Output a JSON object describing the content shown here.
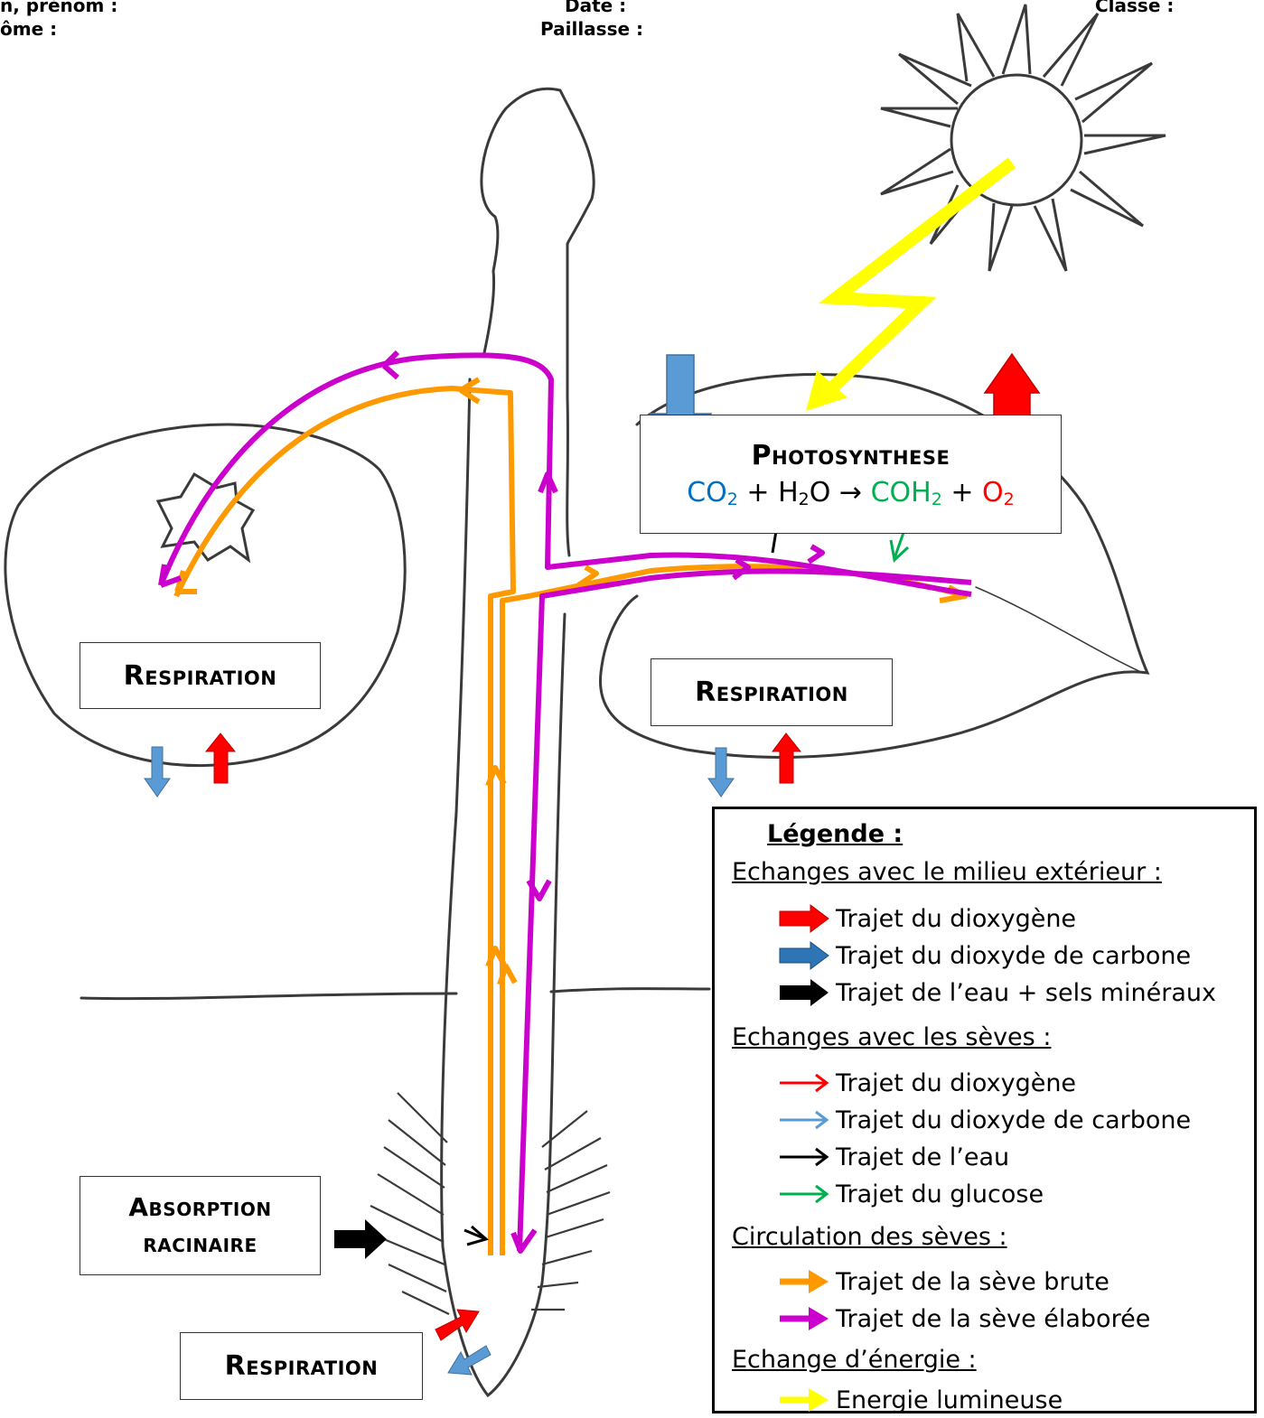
{
  "header": {
    "name_label": "n, prénom :",
    "binome_label": "ôme :",
    "date_label": "Date :",
    "paillasse_label": "Paillasse :",
    "classe_label": "Classe :"
  },
  "boxes": {
    "photosynthese_title": "Photosynthese",
    "eq_co2": "CO",
    "eq_plus1": " + H",
    "eq_o_arrow": "O → ",
    "eq_coh": "COH",
    "eq_plus2": " + ",
    "eq_o2": "O",
    "sub_2": "2",
    "respiration_fruit": "Respiration",
    "respiration_leaf": "Respiration",
    "respiration_root": "Respiration",
    "absorption_line1": "Absorption",
    "absorption_line2": "racinaire"
  },
  "legend": {
    "title": "Légende :",
    "groups": [
      {
        "heading": "Echanges avec le milieu extérieur :",
        "items": [
          "Trajet du dioxygène",
          "Trajet du dioxyde de carbone",
          "Trajet de l’eau + sels minéraux"
        ]
      },
      {
        "heading": "Echanges avec les sèves :",
        "items": [
          "Trajet du dioxygène",
          "Trajet du dioxyde de carbone",
          "Trajet de l’eau",
          "Trajet du glucose"
        ]
      },
      {
        "heading": "Circulation des sèves :",
        "items": [
          "Trajet de la sève brute",
          "Trajet de la sève élaborée"
        ]
      },
      {
        "heading": "Echange d’énergie :",
        "items": [
          "Energie lumineuse"
        ]
      }
    ]
  },
  "colors": {
    "dioxygen": "#ff0000",
    "co2_outer": "#5b9bd5",
    "co2_legend": "#2e75b6",
    "co2_thin": "#5b9bd5",
    "water": "#000000",
    "glucose": "#00b050",
    "raw_sap": "#ff9900",
    "elaborated_sap": "#cc00cc",
    "light": "#ffff00",
    "eq_co2": "#0070c0",
    "eq_product": "#00b050",
    "eq_o2": "#ff0000"
  }
}
